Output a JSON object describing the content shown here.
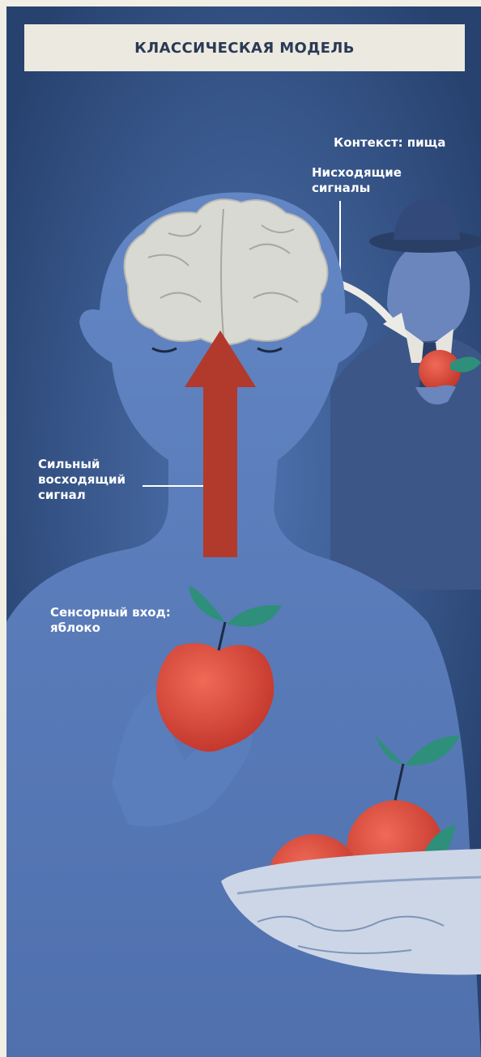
{
  "title": "КЛАССИЧЕСКАЯ МОДЕЛЬ",
  "labels": {
    "context": "Контекст: пища",
    "top_down": "Нисходящие сигналы",
    "strong_ascending": "Сильный восходящий сигнал",
    "sensory_input": "Сенсорный вход: яблоко"
  },
  "colors": {
    "background": "#2f4e82",
    "figure": "#5477b6",
    "arrow": "#b23a2c",
    "apple": "#e04a3a",
    "leaf": "#2e8f7a",
    "brain": "#d9d9d4",
    "title_bar": "#ece9e0"
  },
  "icons": {
    "brain": "brain-icon",
    "apple": "apple-icon",
    "arrow": "up-arrow-icon",
    "man": "man-with-hat-icon",
    "bowl": "bowl-icon"
  }
}
